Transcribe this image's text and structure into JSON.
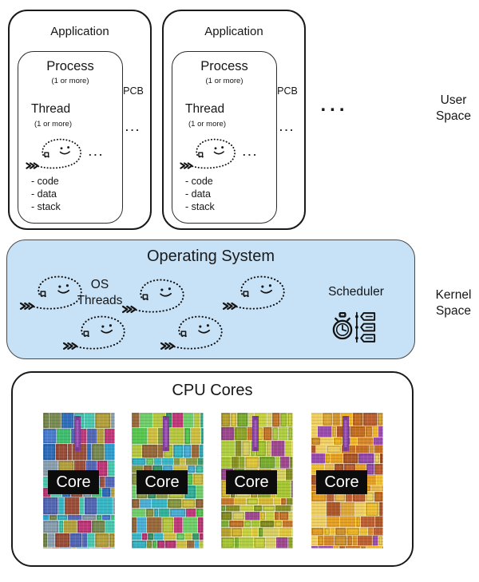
{
  "user_space": {
    "side_label_line1": "User",
    "side_label_line2": "Space",
    "apps_ellipsis": "...",
    "applications": [
      {
        "title": "Application",
        "pcb_label": "PCB",
        "pcb_ellipsis": "...",
        "process": {
          "title": "Process",
          "subtitle": "(1 or more)",
          "thread_title": "Thread",
          "thread_subtitle": "(1 or more)",
          "thread_ellipsis": "...",
          "resources": [
            "- code",
            "- data",
            "- stack"
          ]
        }
      },
      {
        "title": "Application",
        "pcb_label": "PCB",
        "pcb_ellipsis": "...",
        "process": {
          "title": "Process",
          "subtitle": "(1 or more)",
          "thread_title": "Thread",
          "thread_subtitle": "(1 or more)",
          "thread_ellipsis": "...",
          "resources": [
            "- code",
            "- data",
            "- stack"
          ]
        }
      }
    ]
  },
  "kernel_space": {
    "side_label_line1": "Kernel",
    "side_label_line2": "Space",
    "os": {
      "title": "Operating System",
      "threads_label_line1": "OS",
      "threads_label_line2": "Threads",
      "scheduler_label": "Scheduler",
      "fill_color": "#c7e2f7",
      "thread_doodle_count": 5
    }
  },
  "cpu": {
    "title": "CPU Cores",
    "core_label_bg": "#0c0c0c",
    "core_label_color": "#fdfdfd",
    "cores": [
      {
        "label": "Core",
        "tint": "blue-multicolor",
        "palette": [
          "#4a7fd4",
          "#35b8c8",
          "#7a8c52",
          "#9e4f3a",
          "#3ec16e",
          "#c2387a",
          "#5468b8",
          "#8aa0b0",
          "#2e9fd0",
          "#b5a23c",
          "#2f6fbe",
          "#49c9b0"
        ]
      },
      {
        "label": "Core",
        "tint": "cyan-green",
        "palette": [
          "#3fc9a8",
          "#57c94f",
          "#b8c93e",
          "#35b8c8",
          "#8a9a40",
          "#c2387a",
          "#49b0d8",
          "#d0c040",
          "#3a9a6a",
          "#9a6a3a",
          "#6fd06a",
          "#2fb39a"
        ]
      },
      {
        "label": "Core",
        "tint": "yellow-green",
        "palette": [
          "#a8c832",
          "#c8d23c",
          "#7ab02e",
          "#d8b830",
          "#90a828",
          "#c87828",
          "#b0d040",
          "#889020",
          "#d8d060",
          "#a04890",
          "#b9a22c",
          "#e0c838"
        ]
      },
      {
        "label": "Core",
        "tint": "orange-gold",
        "palette": [
          "#e8a020",
          "#d88828",
          "#f0c030",
          "#c87020",
          "#e8b84a",
          "#b05828",
          "#f0d060",
          "#9a4caf",
          "#d4942c",
          "#c06030",
          "#f2b520",
          "#e0a838"
        ]
      }
    ]
  },
  "icons": {
    "thread": "thread-doodle-icon",
    "scheduler": "scheduler-clock-icon"
  }
}
